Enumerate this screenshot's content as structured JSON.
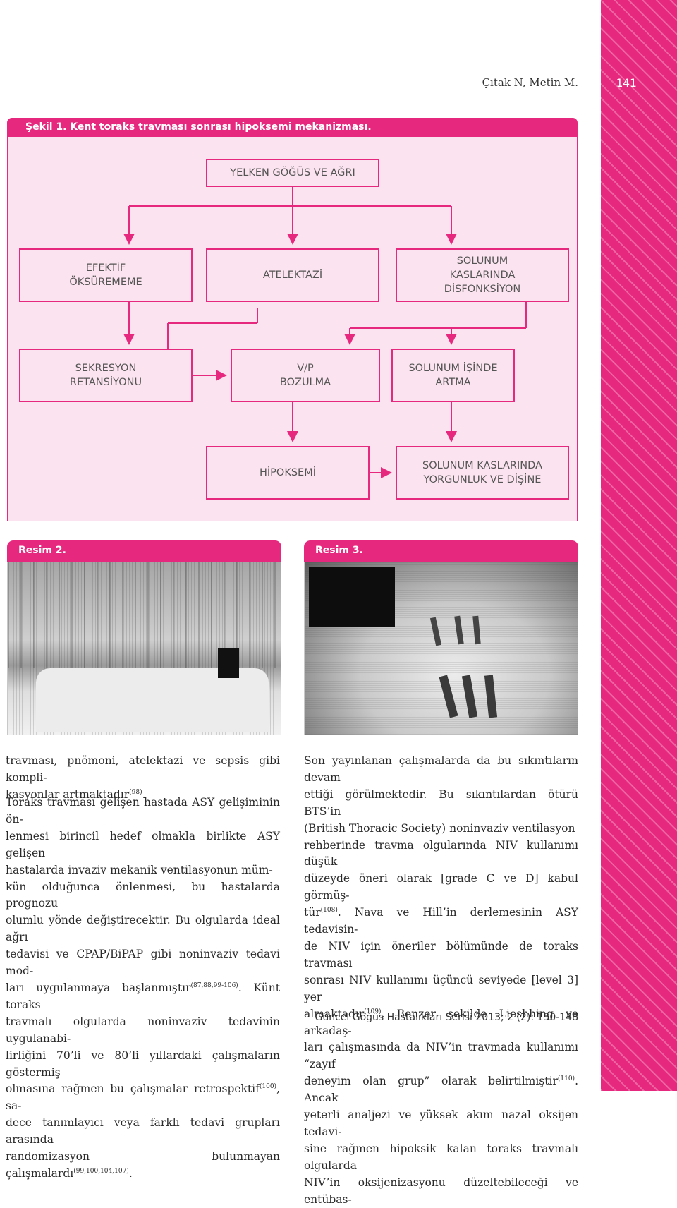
{
  "header": {
    "author": "Çıtak N, Metin M.",
    "page_number": "141"
  },
  "figure1": {
    "title": "Şekil 1. Kent toraks travması sonrası hipoksemi mekanizması.",
    "boxes": {
      "top": "YELKEN GÖĞÜS VE AĞRI",
      "r1_left": "EFEKTİF\nÖKSÜREMEME",
      "r1_mid": "ATELEKTAZİ",
      "r1_right": "SOLUNUM\nKASLARINDA\nDİSFONKSİYON",
      "r2_left": "SEKRESYON\nRETANSİYONU",
      "r2_mid": "V/P\nBOZULMA",
      "r2_right": "SOLUNUM İŞİNDE\nARTMA",
      "r3_mid": "HİPOKSEMİ",
      "r3_right": "SOLUNUM KASLARINDA\nYORGUNLUK VE DİŞİNE"
    }
  },
  "images": {
    "resim2_label": "Resim 2.",
    "resim3_label": "Resim 3."
  },
  "left_column": {
    "p1": "travması, pnömoni, atelektazi ve sepsis gibi kompli-\nkasyonlar artmaktadır",
    "p1_ref": "(98)",
    "p1_end": ".",
    "p2a": "Toraks travması gelişen hastada ASY gelişiminin ön-\nlenmesi birincil hedef olmakla birlikte ASY gelişen\nhastalarda invaziv mekanik ventilasyonun müm-\nkün olduğunca önlenmesi, bu hastalarda prognozu\nolumlu yönde değiştirecektir. Bu olgularda ideal ağrı\ntedavisi ve CPAP/BiPAP gibi noninvaziv tedavi mod-\nları uygulanmaya başlanmıştır",
    "p2a_ref": "(87,88,99-106)",
    "p2b": ". Künt toraks\ntravmalı olgularda noninvaziv tedavinin uygulanabi-\nlirliğini 70’li ve 80’li yıllardaki çalışmaların göstermiş\nolmasına rağmen bu çalışmalar retrospektif",
    "p2b_ref": "(100)",
    "p2c": ", sa-\ndece tanımlayıcı veya farklı tedavi grupları arasında\nrandomizasyon bulunmayan çalışmalardı",
    "p2c_ref": "(99,100,104,107)",
    "p2c_end": "."
  },
  "right_column": {
    "a": "Son yayınlanan çalışmalarda da bu sıkıntıların devam\nettiği görülmektedir. Bu sıkıntılardan ötürü BTS’in\n(British Thoracic Society) noninvaziv ventilasyon\nrehberinde travma olgularında NIV kullanımı düşük\ndüzeyde öneri olarak [grade C ve D] kabul görmüş-\ntür",
    "a_ref": "(108)",
    "b": ". Nava ve Hill’in derlemesinin ASY tedavisin-\nde NIV için öneriler bölümünde de toraks travması\nsonrası NIV kullanımı üçüncü seviyede [level 3] yer\nalmaktadır",
    "b_ref": "(109)",
    "c": ". Benzer şekilde Lieshhing ve arkadaş-\nları çalışmasında da NIV’in travmada kullanımı “zayıf\ndeneyim olan grup” olarak belirtilmiştir",
    "c_ref": "(110)",
    "d": ". Ancak\nyeterli analjezi ve yüksek akım nazal oksijen tedavi-\nsine rağmen hipoksik kalan toraks travmalı olgularda\nNIV’in oksijenizasyonu düzeltebileceği ve entübas-"
  },
  "footer": {
    "journal": "Güncel Göğüs Hastalıkları Serisi 2013; 2 (2): 130-148"
  },
  "colors": {
    "accent": "#e6287e",
    "figure_bg": "#fbe3ef"
  }
}
